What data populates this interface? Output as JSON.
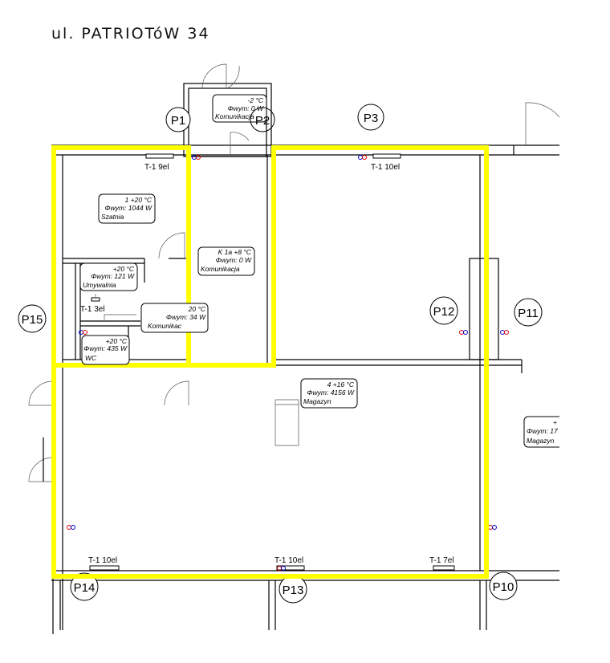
{
  "plan": {
    "address": "ul. PATRIOTóW 34",
    "rooms": [
      {
        "id": "r1",
        "l1": "-2 °C",
        "l2": "Φwym: 0 W",
        "l3": "Komunikacja"
      },
      {
        "id": "r2",
        "l1": "1 +20 °C",
        "l2": "Φwym: 1044 W",
        "l3": "Szatnia"
      },
      {
        "id": "r3",
        "l1": "K 1a +8 °C",
        "l2": "Φwym: 0 W",
        "l3": "Komunikacja"
      },
      {
        "id": "r4",
        "l1": "+20 °C",
        "l2": "Φwym: 121 W",
        "l3": "Umywalnia"
      },
      {
        "id": "r5",
        "l1": "20 °C",
        "l2": "Φwym: 34 W",
        "l3": "Komunikac"
      },
      {
        "id": "r6",
        "l1": "+20 °C",
        "l2": "Φwym: 435 W",
        "l3": "WC"
      },
      {
        "id": "r7",
        "l1": "4 +16 °C",
        "l2": "Φwym: 4156 W",
        "l3": "Magazyn"
      },
      {
        "id": "r8",
        "l1": "+",
        "l2": "Φwym: 17",
        "l3": "Magazyn"
      }
    ],
    "heaters": [
      {
        "id": "h1",
        "label": "T-1 9el"
      },
      {
        "id": "h2",
        "label": "T-1 10el"
      },
      {
        "id": "h3",
        "label": "T-1 3el"
      },
      {
        "id": "h4",
        "label": "T-1 10el"
      },
      {
        "id": "h5",
        "label": "T-1 10el"
      },
      {
        "id": "h6",
        "label": "T-1 7el"
      }
    ],
    "points": [
      "P1",
      "P2",
      "P3",
      "P15",
      "P12",
      "P11",
      "P14",
      "P13",
      "P10"
    ],
    "colors": {
      "highlight": "#ffff00",
      "wall": "#000000",
      "supply": "#e00000",
      "return": "#0000d0"
    }
  }
}
